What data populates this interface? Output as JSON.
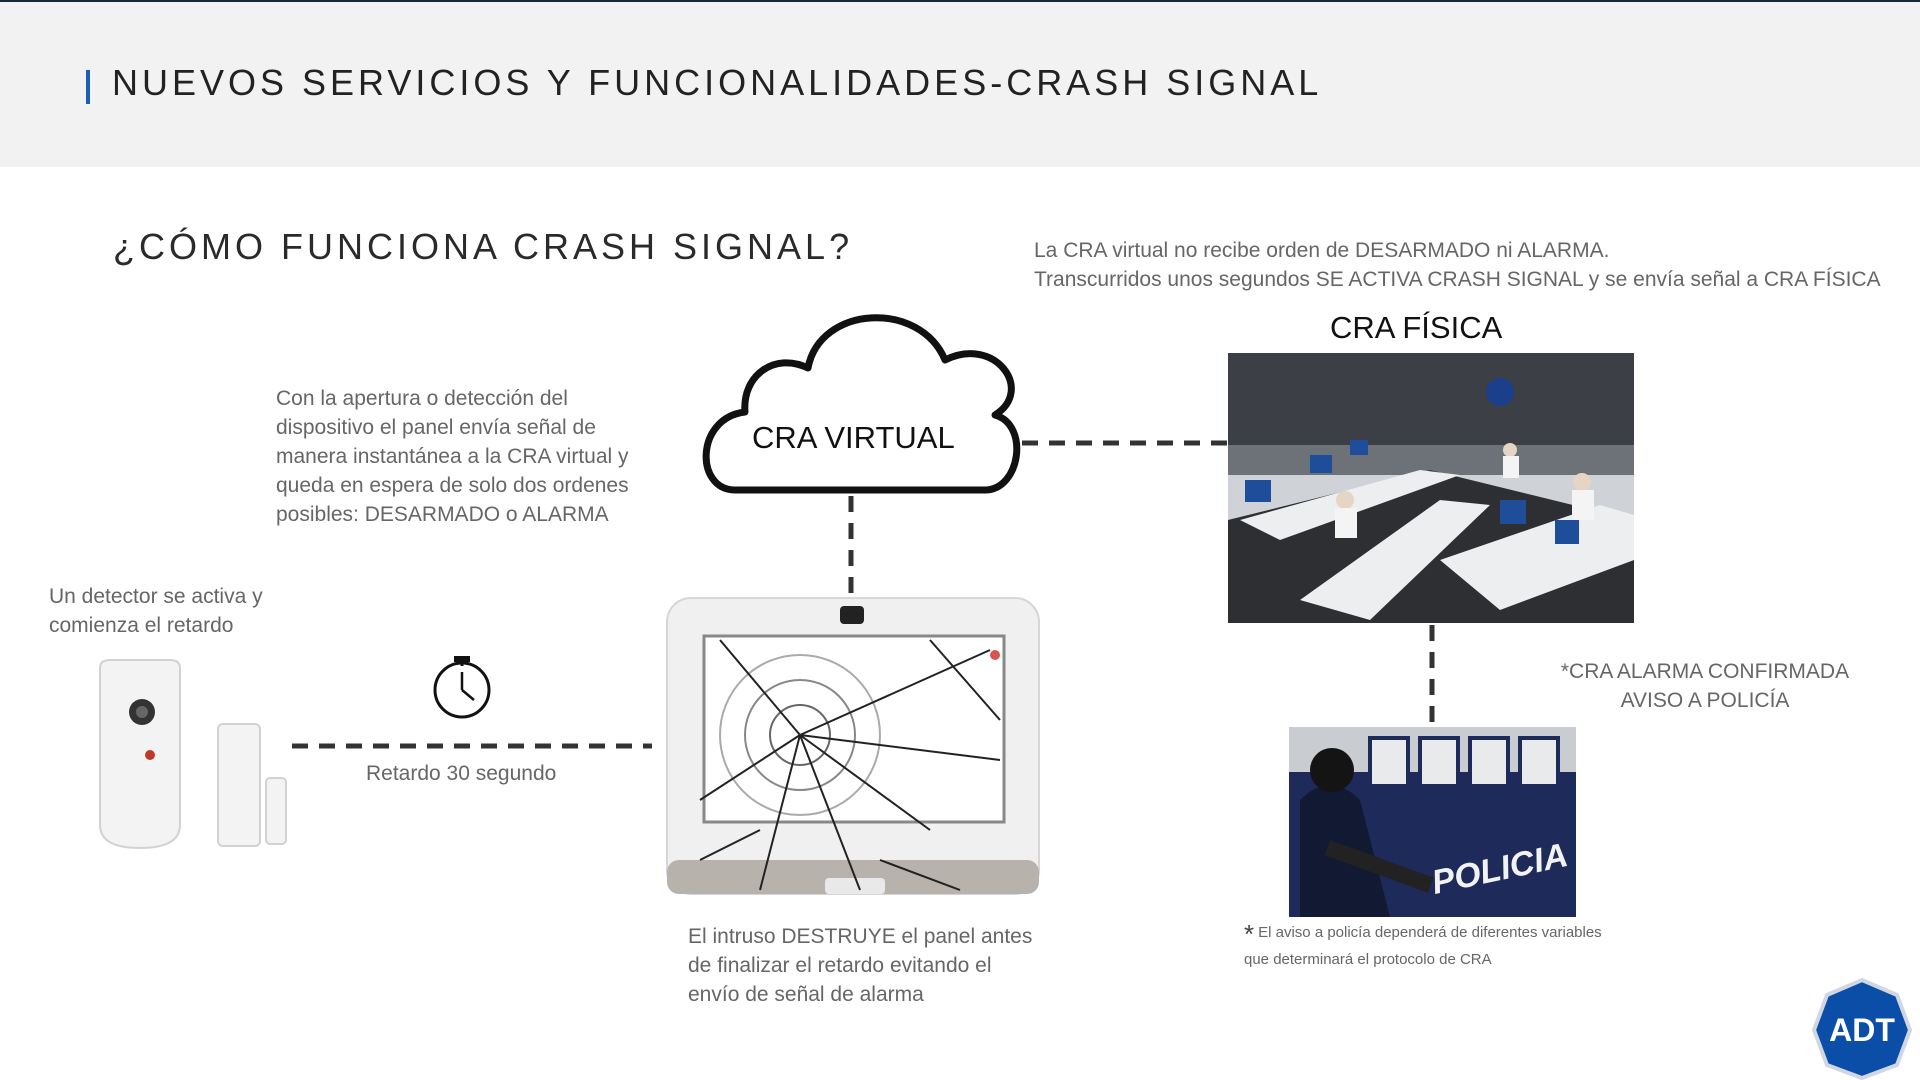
{
  "header": {
    "title": "NUEVOS SERVICIOS Y FUNCIONALIDADES-CRASH SIGNAL"
  },
  "subtitle": "¿CÓMO FUNCIONA CRASH SIGNAL?",
  "intro": {
    "line1": "La CRA virtual no recibe orden de DESARMADO ni ALARMA.",
    "line2": "Transcurridos unos segundos SE ACTIVA CRASH SIGNAL y se envía señal a CRA FÍSICA"
  },
  "nodes": {
    "cloud_label": "CRA VIRTUAL",
    "cra_fisica_label": "CRA FÍSICA"
  },
  "texts": {
    "panel": "Con la apertura o detección del dispositivo el panel envía señal de manera instantánea a la CRA virtual y queda en espera de solo dos ordenes posibles: DESARMADO o ALARMA",
    "detector": "Un detector se activa y comienza el retardo",
    "delay": "Retardo 30 segundo",
    "intruder": "El intruso DESTRUYE el panel antes de finalizar el retardo evitando el envío de señal de alarma",
    "confirmed_line1": "*CRA ALARMA CONFIRMADA",
    "confirmed_line2": "AVISO A POLICÍA",
    "note_star": "*",
    "note": "El aviso a policía dependerá de diferentes variables que determinará el protocolo de CRA"
  },
  "images": {
    "police_van_text": "POLICIA"
  },
  "logo": {
    "text": "ADT",
    "color": "#0a4ea8"
  },
  "colors": {
    "accent": "#1a5fb4",
    "header_bg": "#f2f2f2"
  },
  "icons": [
    "cloud-icon",
    "stopwatch-icon",
    "motion-detector-icon",
    "door-sensor-icon",
    "broken-panel-icon"
  ]
}
